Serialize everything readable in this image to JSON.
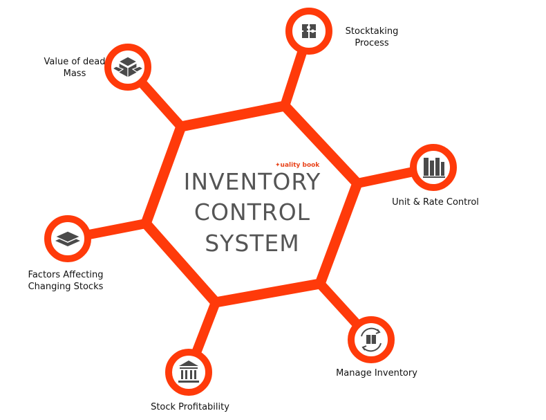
{
  "brand": "uality book",
  "title": {
    "line1": "INVENTORY",
    "line2": "CONTROL",
    "line3": "SYSTEM"
  },
  "nodes": [
    {
      "label": "Stocktaking Process",
      "icon": "puzzle-icon"
    },
    {
      "label": "Unit & Rate Control",
      "icon": "binders-icon"
    },
    {
      "label": "Manage Inventory",
      "icon": "box-cycle-icon"
    },
    {
      "label": "Stock Profitability",
      "icon": "bank-icon"
    },
    {
      "label": "Factors Affecting Changing Stocks",
      "icon": "layers-icon"
    },
    {
      "label": "Value of dead Mass",
      "icon": "boxes-icon"
    }
  ],
  "colors": {
    "accent": "#ff3a0a",
    "icon": "#4a4a4a",
    "title": "#555555"
  }
}
